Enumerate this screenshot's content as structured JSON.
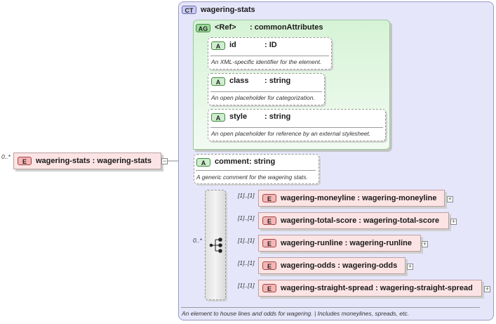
{
  "root": {
    "badge": "E",
    "label": "wagering-stats : wagering-stats",
    "occurrence": "0..*",
    "collapse": "−"
  },
  "complex_type": {
    "badge": "CT",
    "name": "wagering-stats",
    "documentation": "An element to house lines and odds for wagering. | Includes moneylines, spreads, etc."
  },
  "attribute_group": {
    "badge": "AG",
    "ref": "<Ref>",
    "name": ": commonAttributes",
    "attributes": [
      {
        "badge": "A",
        "name": "id",
        "type": ": ID",
        "doc": "An XML-specific identifier for the element."
      },
      {
        "badge": "A",
        "name": "class",
        "type": ": string",
        "doc": "An open placeholder for categorization."
      },
      {
        "badge": "A",
        "name": "style",
        "type": ": string",
        "doc": "An open placeholder for reference by an external stylesheet."
      }
    ]
  },
  "comment_attr": {
    "badge": "A",
    "name": "comment",
    "type": ": string",
    "doc": "A generic comment for the wagering stats."
  },
  "sequence": {
    "occurrence": "0..*",
    "children": [
      {
        "badge": "E",
        "occurrence": "[1]..[1]",
        "label": "wagering-moneyline : wagering-moneyline",
        "expand": "+"
      },
      {
        "badge": "E",
        "occurrence": "[1]..[1]",
        "label": "wagering-total-score : wagering-total-score",
        "expand": "+"
      },
      {
        "badge": "E",
        "occurrence": "[1]..[1]",
        "label": "wagering-runline : wagering-runline",
        "expand": "+"
      },
      {
        "badge": "E",
        "occurrence": "[1]..[1]",
        "label": "wagering-odds : wagering-odds",
        "expand": "+"
      },
      {
        "badge": "E",
        "occurrence": "[1]..[1]",
        "label": "wagering-straight-spread : wagering-straight-spread",
        "expand": "+"
      }
    ]
  }
}
